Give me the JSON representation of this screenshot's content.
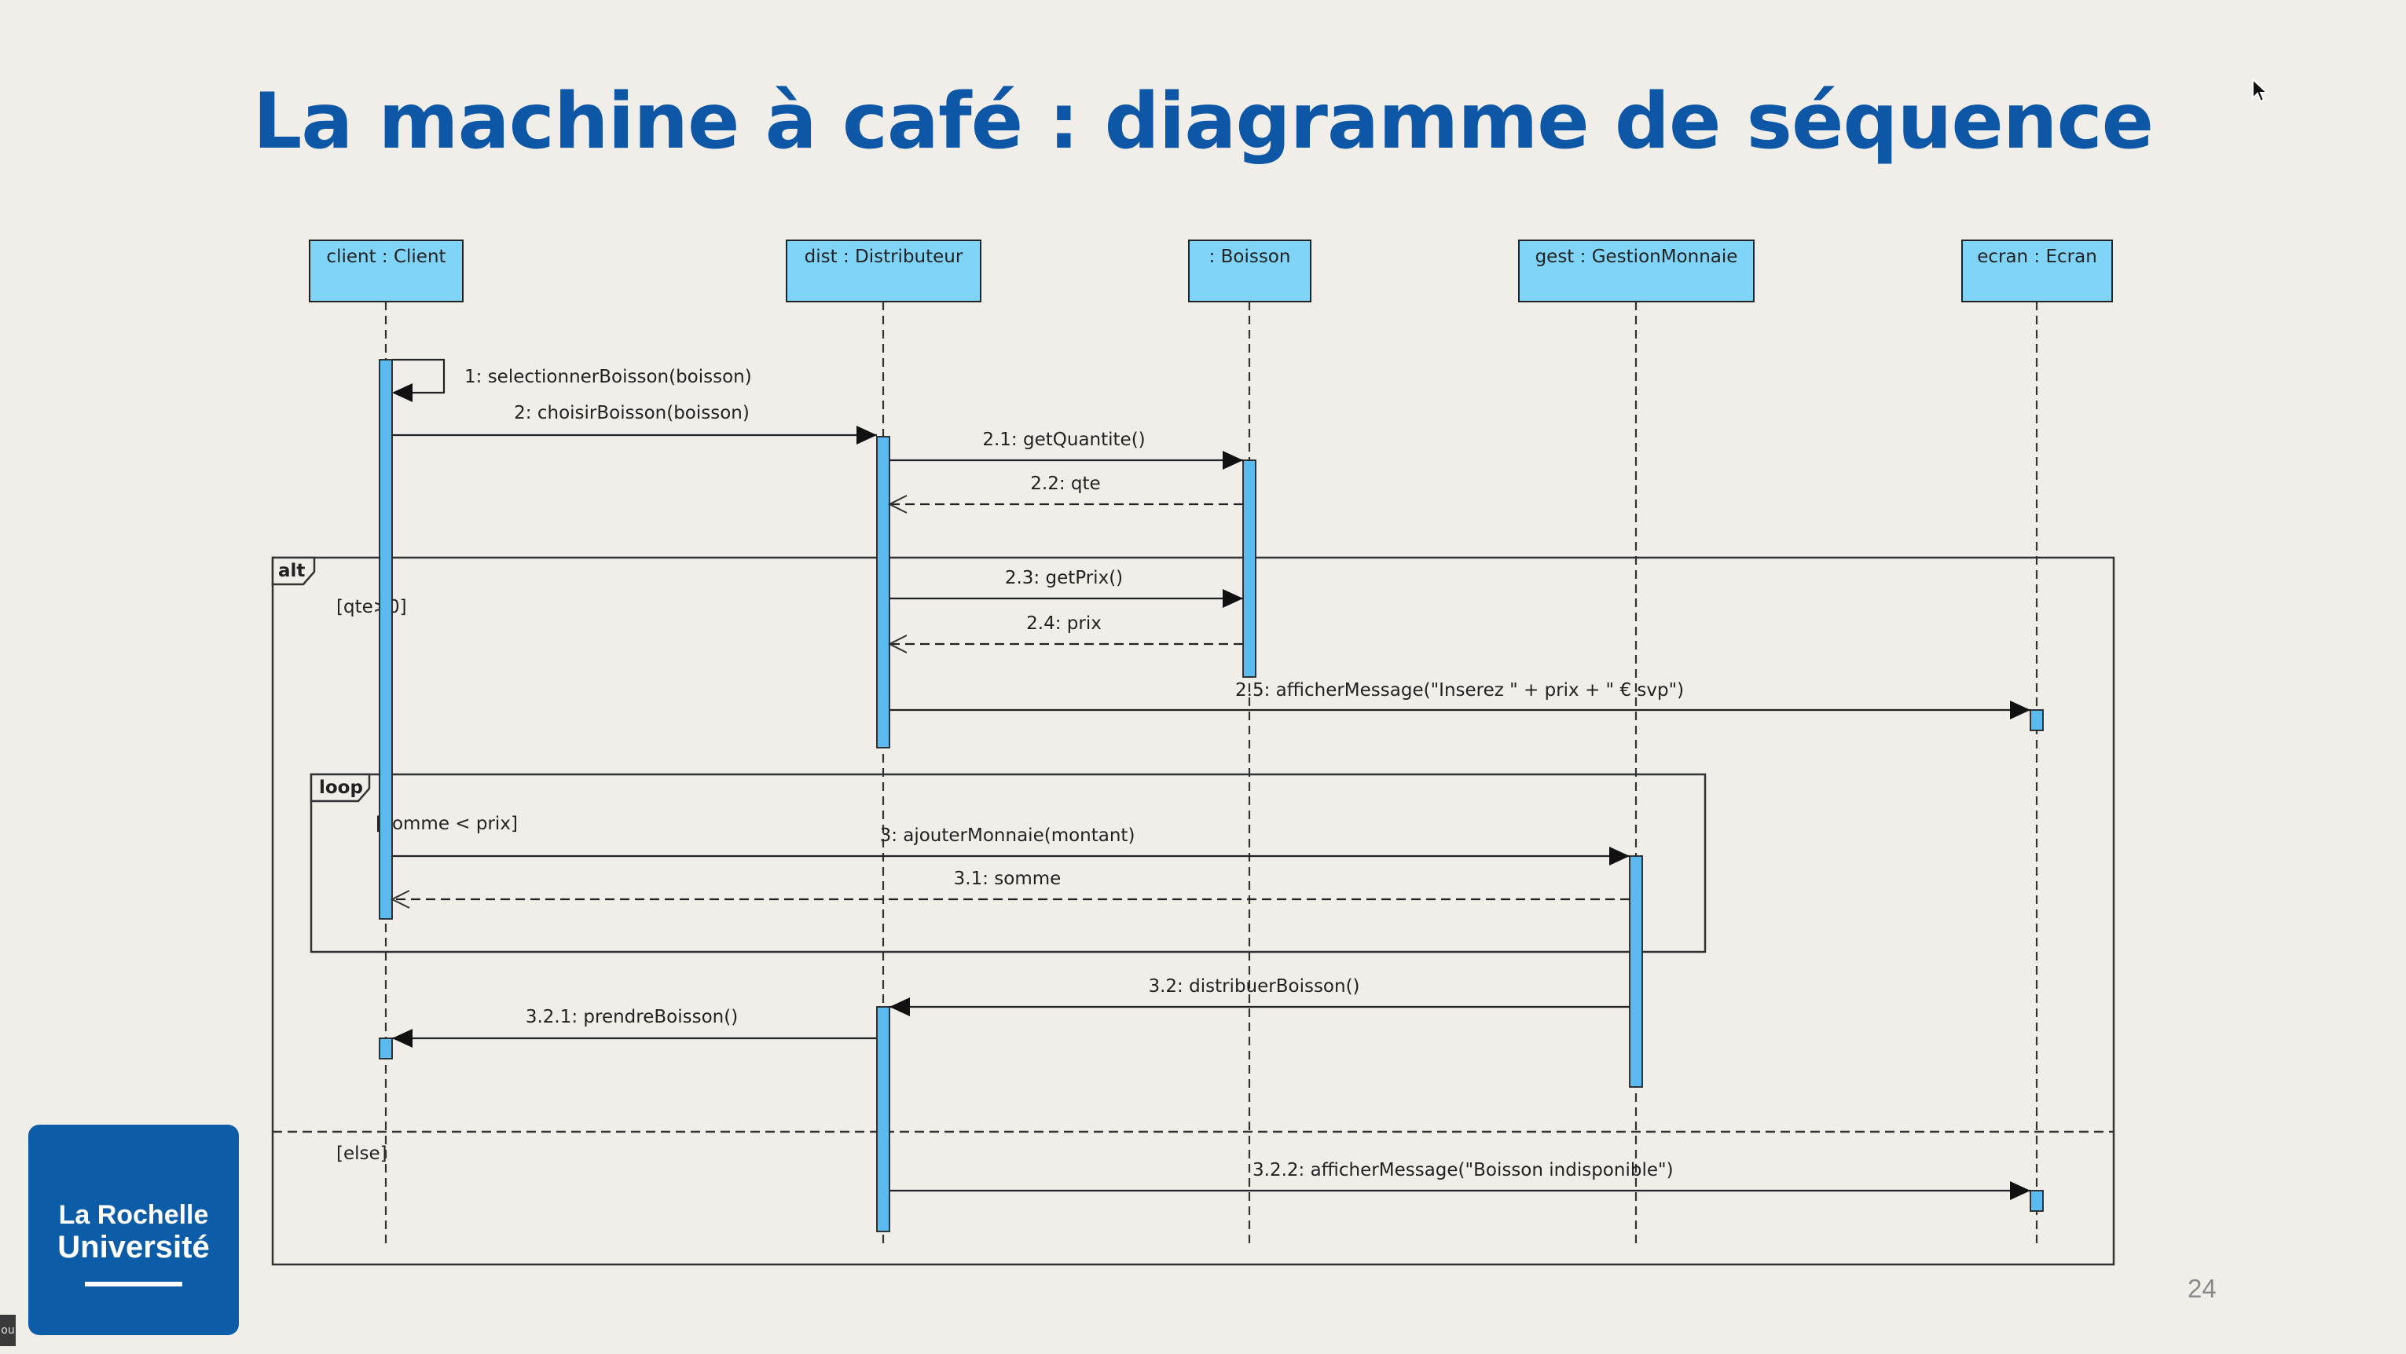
{
  "slide": {
    "title": "La machine à café : diagramme de séquence",
    "page_number": "24",
    "logo": {
      "line1": "La Rochelle",
      "line2": "Université"
    },
    "corner_badge": "ou"
  },
  "colors": {
    "title": "#0d57a6",
    "lifeline_box": "#80d4f7",
    "activation": "#5bbaf0",
    "logo_bg": "#0d5ca8"
  },
  "icons": [
    "cursor-arrow-icon"
  ],
  "diagram": {
    "lifelines": [
      {
        "id": "client",
        "label": "client : Client"
      },
      {
        "id": "dist",
        "label": "dist : Distributeur"
      },
      {
        "id": "boisson",
        "label": ": Boisson"
      },
      {
        "id": "gest",
        "label": "gest : GestionMonnaie"
      },
      {
        "id": "ecran",
        "label": "ecran : Ecran"
      }
    ],
    "messages": [
      {
        "label": "1: selectionnerBoisson(boisson)",
        "from": "client",
        "to": "client",
        "kind": "self"
      },
      {
        "label": "2: choisirBoisson(boisson)",
        "from": "client",
        "to": "dist",
        "kind": "sync"
      },
      {
        "label": "2.1: getQuantite()",
        "from": "dist",
        "to": "boisson",
        "kind": "sync"
      },
      {
        "label": "2.2: qte",
        "from": "boisson",
        "to": "dist",
        "kind": "return"
      },
      {
        "label": "2.3: getPrix()",
        "from": "dist",
        "to": "boisson",
        "kind": "sync"
      },
      {
        "label": "2.4: prix",
        "from": "boisson",
        "to": "dist",
        "kind": "return"
      },
      {
        "label": "2.5: afficherMessage(\"Inserez \" + prix + \" € svp\")",
        "from": "dist",
        "to": "ecran",
        "kind": "sync"
      },
      {
        "label": "3: ajouterMonnaie(montant)",
        "from": "client",
        "to": "gest",
        "kind": "sync"
      },
      {
        "label": "3.1: somme",
        "from": "gest",
        "to": "client",
        "kind": "return"
      },
      {
        "label": "3.2: distribuerBoisson()",
        "from": "gest",
        "to": "dist",
        "kind": "sync"
      },
      {
        "label": "3.2.1: prendreBoisson()",
        "from": "dist",
        "to": "client",
        "kind": "sync"
      },
      {
        "label": "3.2.2: afficherMessage(\"Boisson indisponible\")",
        "from": "dist",
        "to": "ecran",
        "kind": "sync"
      }
    ],
    "fragments": [
      {
        "operator": "alt",
        "guards": [
          "[qte>0]",
          "[else]"
        ]
      },
      {
        "operator": "loop",
        "guards": [
          "[somme < prix]"
        ]
      }
    ]
  }
}
